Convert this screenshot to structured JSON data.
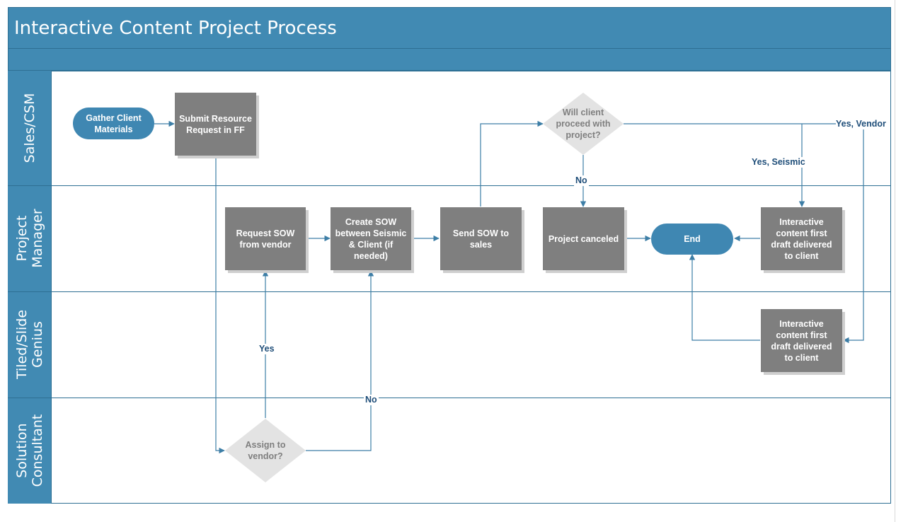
{
  "title": "Interactive Content Project Process",
  "colors": {
    "header": "#418ab3",
    "process": "#7f7f7f",
    "terminator": "#3f87b2",
    "decision": "#e3e3e3",
    "connector": "#3d7ea6",
    "label": "#1f4e79"
  },
  "lanes": [
    {
      "id": "sales",
      "label": "Sales/CSM"
    },
    {
      "id": "pm",
      "label": "Project\nManager"
    },
    {
      "id": "tiled",
      "label": "Tiled/Slide\nGenius"
    },
    {
      "id": "sc",
      "label": "Solution\nConsultant"
    }
  ],
  "nodes": {
    "gather": "Gather Client\nMaterials",
    "submit": "Submit Resource\nRequest in FF",
    "request_sow": "Request SOW\nfrom vendor",
    "create_sow": "Create SOW\nbetween Seismic\n& Client (if\nneeded)",
    "send_sow": "Send SOW to\nsales",
    "canceled": "Project canceled",
    "end": "End",
    "delivered_pm": "Interactive\ncontent first\ndraft delivered\nto client",
    "delivered_tiled": "Interactive\ncontent first\ndraft delivered\nto client",
    "will_client": "Will client\nproceed with\nproject?",
    "assign_vendor": "Assign to\nvendor?"
  },
  "edge_labels": {
    "yes_vendor": "Yes, Vendor",
    "yes_seismic": "Yes, Seismic",
    "no_proceed": "No",
    "yes_assign": "Yes",
    "no_assign": "No"
  }
}
